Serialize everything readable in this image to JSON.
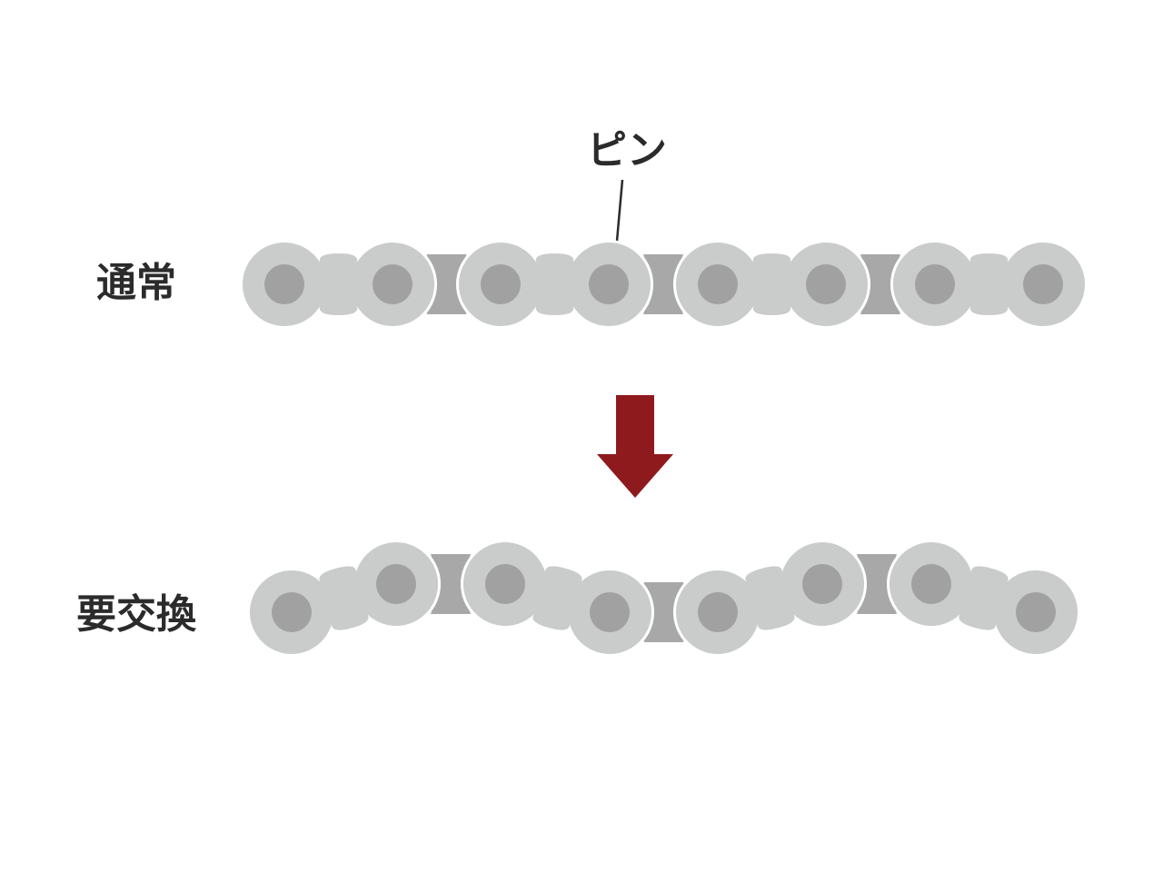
{
  "labels": {
    "normal": "通常",
    "replace": "要交換",
    "pin": "ピン"
  },
  "colors": {
    "plate": "#c9cccb",
    "pin": "#a1a1a1",
    "gap": "#a8a8a8",
    "arrow": "#8e1a1e",
    "text": "#2b2b2b",
    "leader_line": "#2b2b2b"
  },
  "chain_rows": {
    "normal": {
      "links": 4,
      "state": "normal"
    },
    "replace": {
      "links": 4,
      "state": "stretched"
    }
  },
  "icons": {
    "arrow": "down-arrow-icon"
  }
}
